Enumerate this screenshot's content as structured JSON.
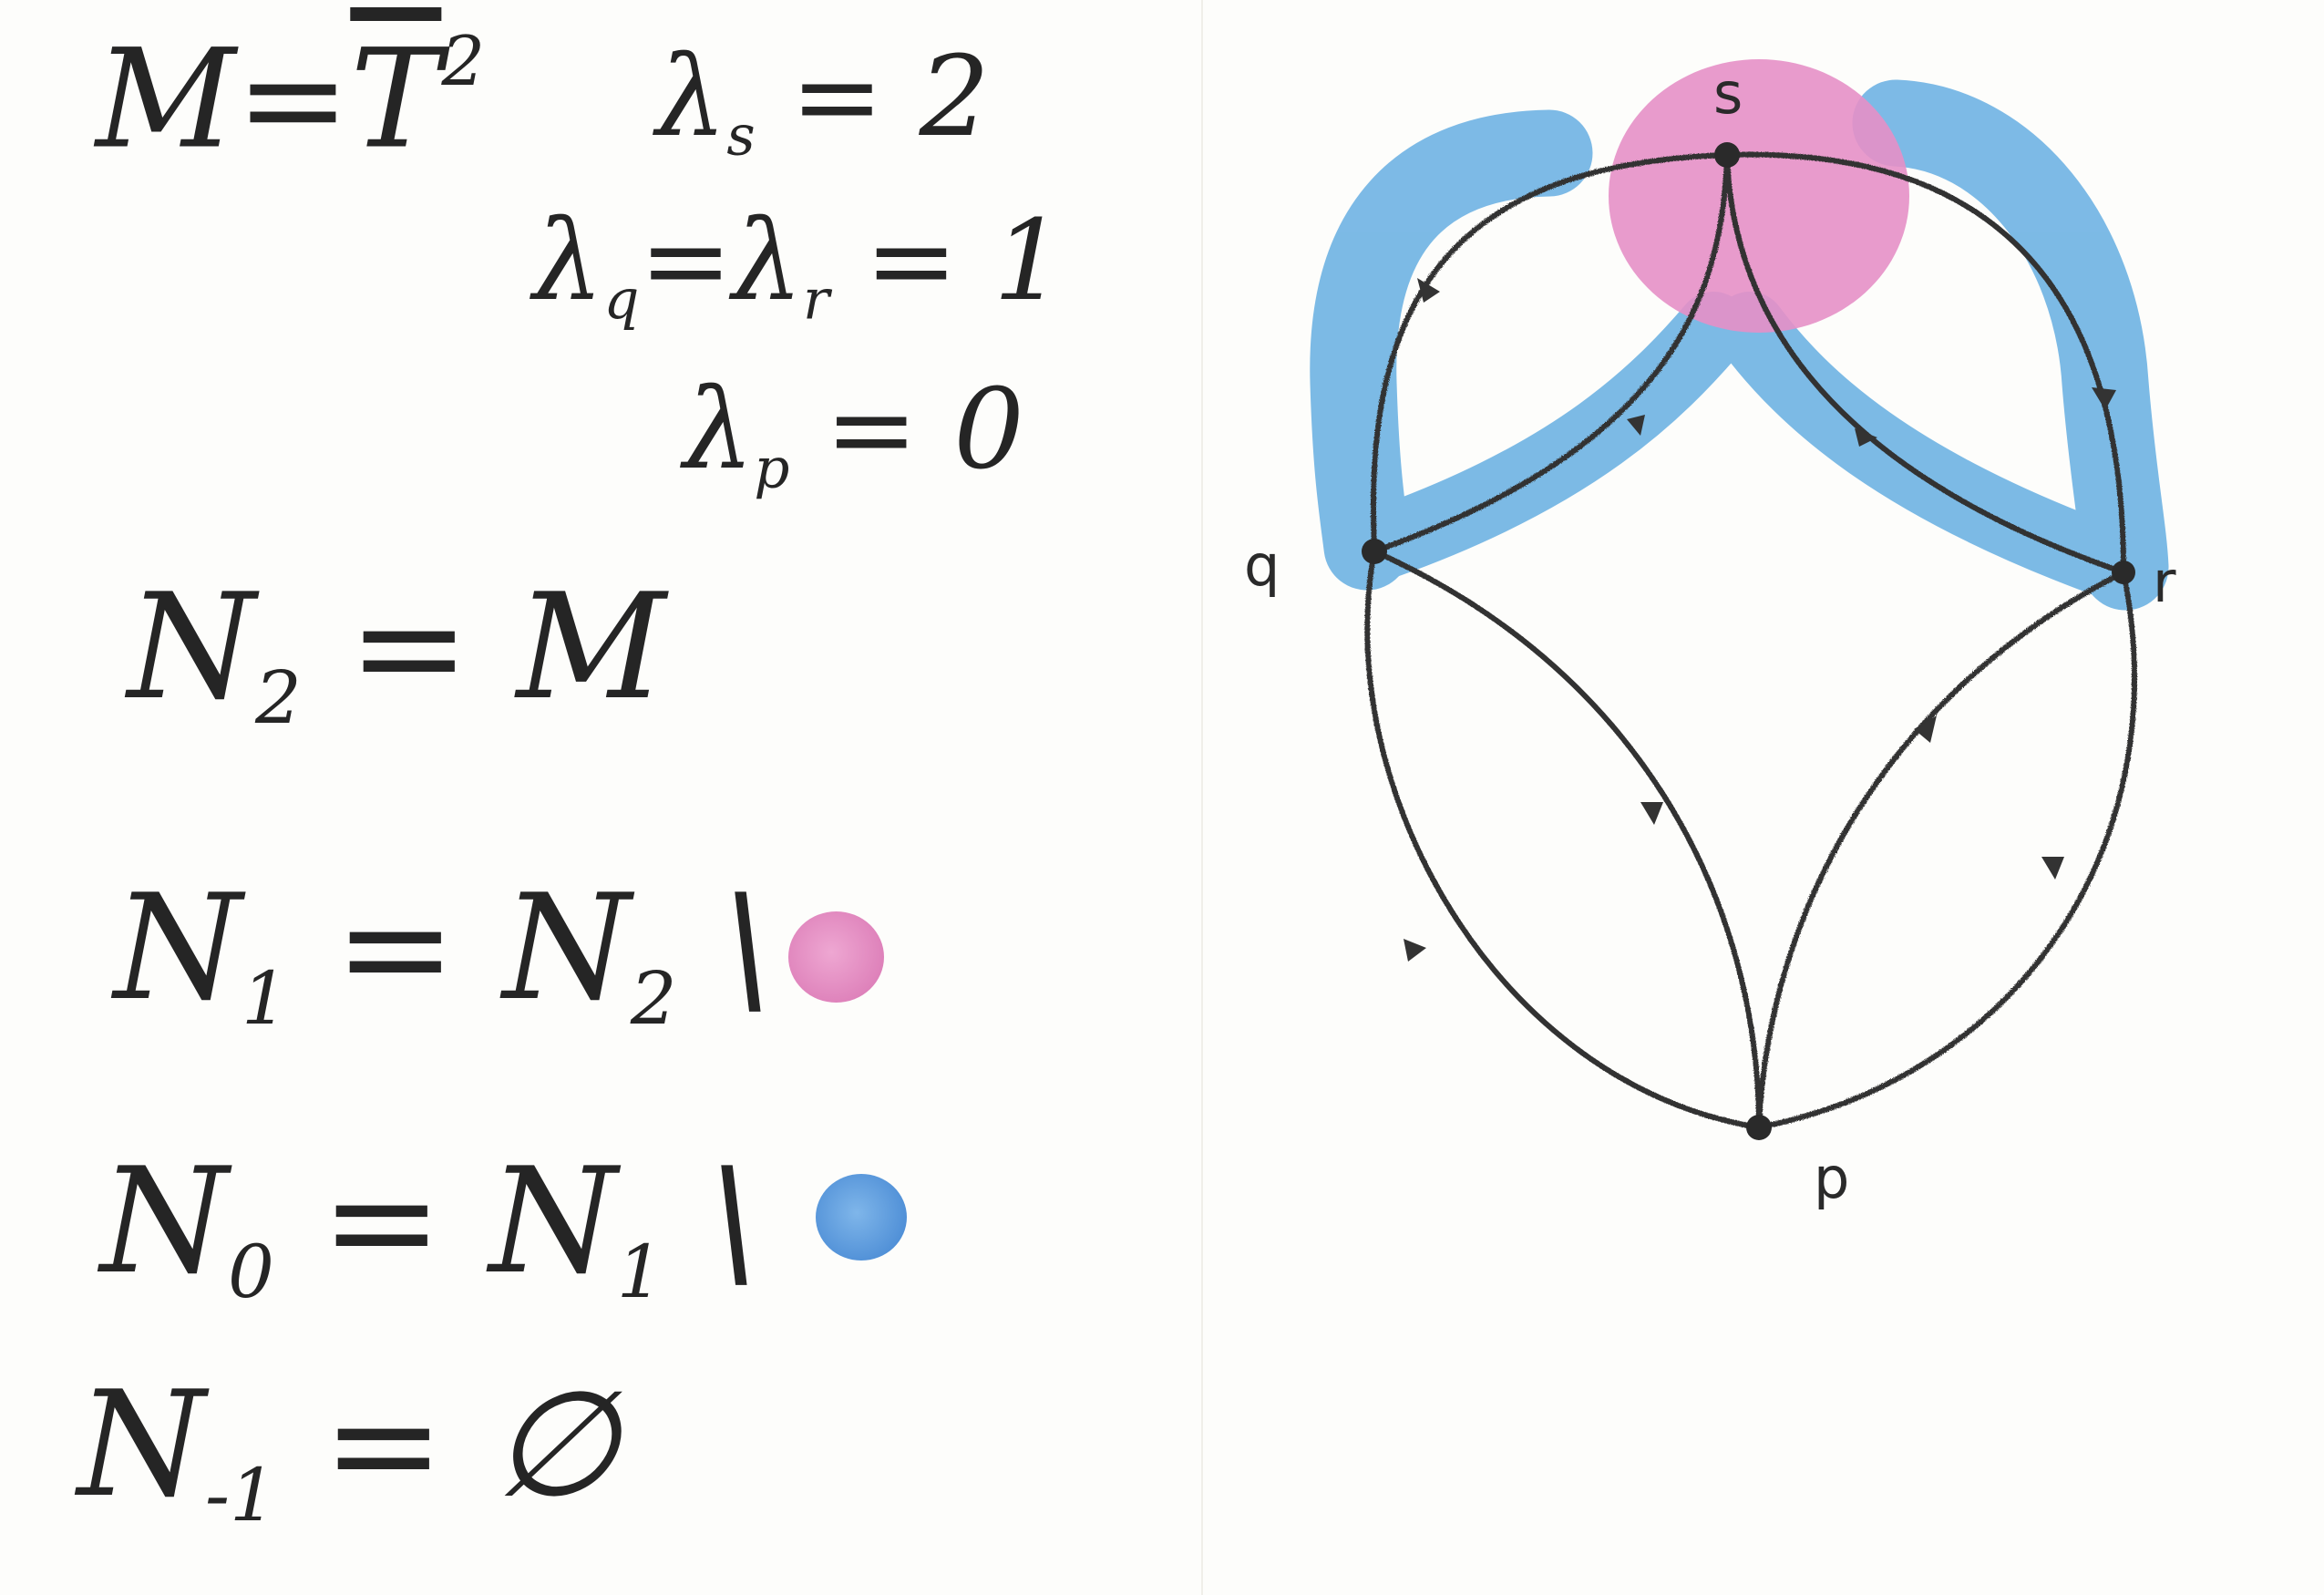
{
  "equations": {
    "manifold": {
      "lhs": "M",
      "rhs": "T",
      "exp": "2"
    },
    "lambda_s": {
      "sym": "λ",
      "sub": "s",
      "val": "2"
    },
    "lambda_qr": {
      "sym1": "λ",
      "sub1": "q",
      "sym2": "λ",
      "sub2": "r",
      "val": "1"
    },
    "lambda_p": {
      "sym": "λ",
      "sub": "p",
      "val": "0"
    },
    "n2": {
      "lhs": "N",
      "lhs_sub": "2",
      "rhs": "M"
    },
    "n1": {
      "lhs": "N",
      "lhs_sub": "1",
      "rhs": "N",
      "rhs_sub": "2",
      "setminus": "\\"
    },
    "n0": {
      "lhs": "N",
      "lhs_sub": "0",
      "rhs": "N",
      "rhs_sub": "1",
      "setminus": "\\"
    },
    "nm1": {
      "lhs": "N",
      "lhs_sub": "-1",
      "rhs": "∅"
    }
  },
  "legend": {
    "pink": "#e08fc0",
    "blue": "#5b9ee0"
  },
  "diagram": {
    "vertex_labels": {
      "s": "s",
      "q": "q",
      "r": "r",
      "p": "p"
    },
    "colors": {
      "pink_region": "#e690c6",
      "blue_band": "#6fb3e3",
      "ink": "#333333"
    }
  }
}
